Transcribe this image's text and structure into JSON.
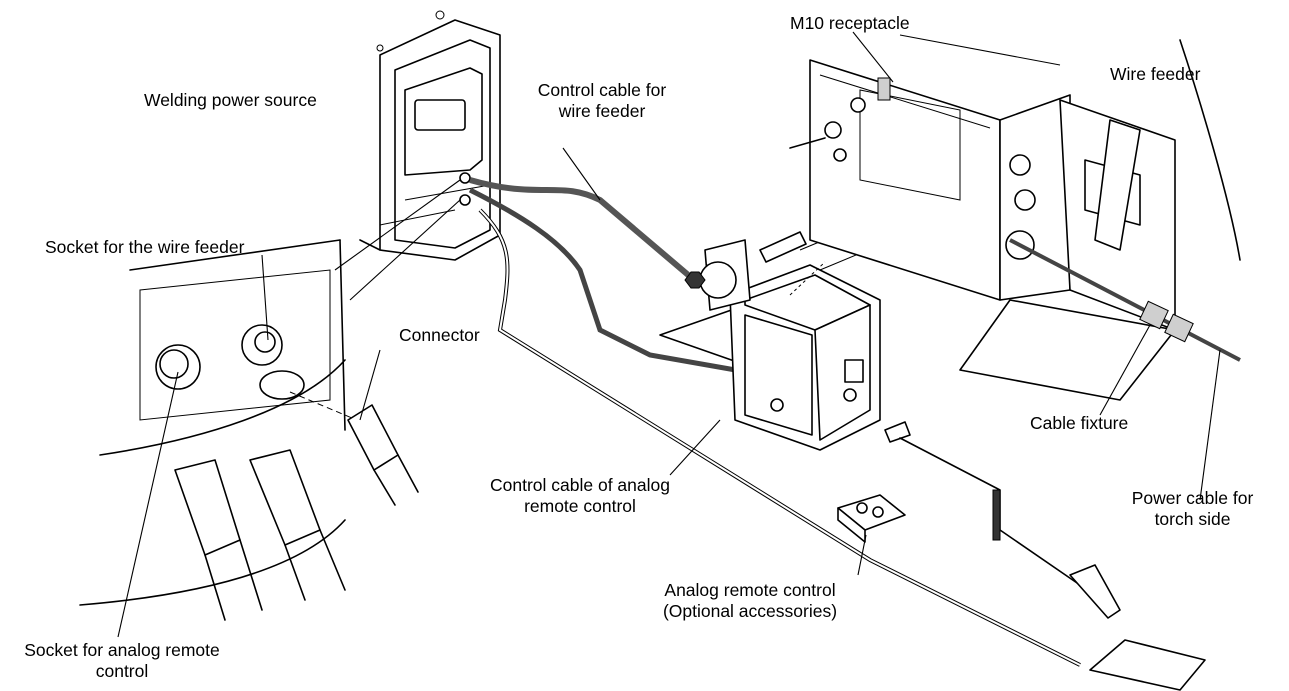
{
  "labels": {
    "welding_power_source": "Welding power source",
    "control_cable_wire_feeder_1": "Control cable for",
    "control_cable_wire_feeder_2": "wire feeder",
    "m10_receptacle": "M10 receptacle",
    "wire_feeder": "Wire feeder",
    "socket_wire_feeder": "Socket for the wire feeder",
    "connector": "Connector",
    "cable_fixture": "Cable fixture",
    "power_cable_torch_1": "Power cable for",
    "power_cable_torch_2": "torch side",
    "control_cable_analog_1": "Control cable of analog",
    "control_cable_analog_2": "remote control",
    "analog_remote_1": "Analog remote control",
    "analog_remote_2": "(Optional accessories)",
    "socket_analog_1": "Socket for analog remote",
    "socket_analog_2": "control"
  }
}
